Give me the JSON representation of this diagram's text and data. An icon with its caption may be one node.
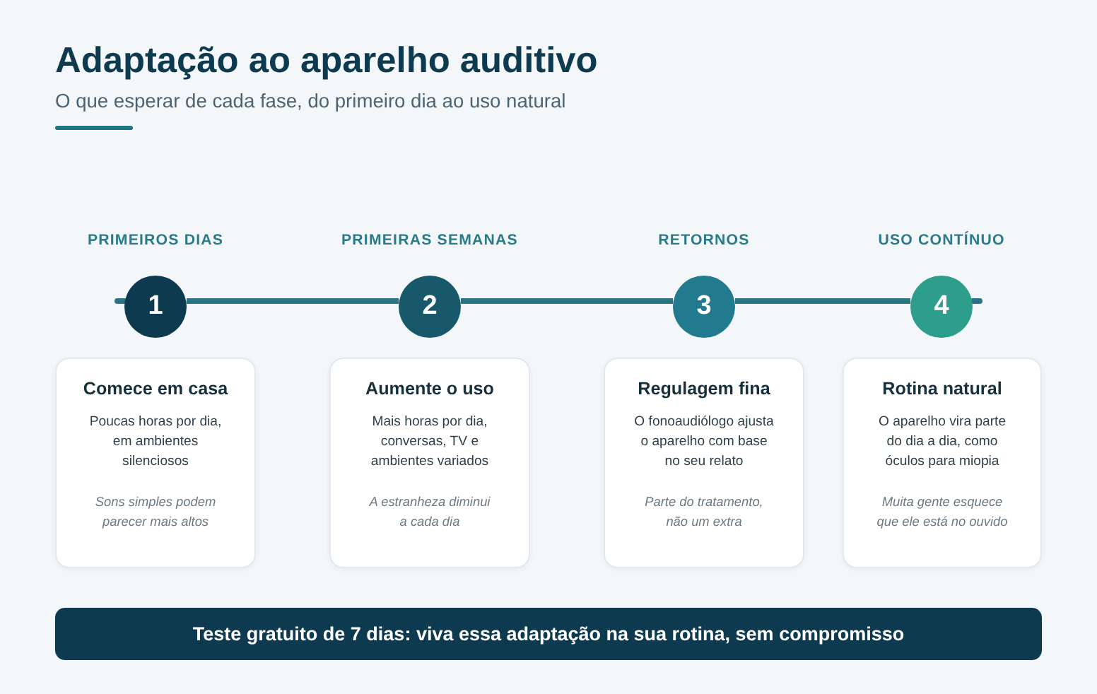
{
  "diagram": {
    "title": "Adaptação ao aparelho auditivo",
    "nodes": [
      {
        "text": [
          "PRIMEIROS DIAS",
          "1"
        ]
      },
      {
        "text": [
          "PRIMEIRAS SEMANAS",
          "2"
        ]
      },
      {
        "text": [
          "RETORNOS",
          "3"
        ]
      },
      {
        "text": [
          "USO CONTÍNUO",
          "4"
        ]
      },
      {
        "text": [
          "Comece em casa",
          "Poucas horas por dia, em ambientes silenciosos",
          "Sons simples podem parecer mais altos"
        ]
      },
      {
        "text": [
          "Aumente o uso",
          "Mais horas por dia, conversas, TV e ambientes variados",
          "A estranheza diminui a cada dia"
        ]
      },
      {
        "text": [
          "Regulagem fina",
          "O fonoaudiólogo ajusta o aparelho com base no seu relato",
          "Parte do tratamento, não um extra"
        ]
      },
      {
        "text": [
          "Rotina natural",
          "O aparelho vira parte do dia a dia, como óculos para miopia",
          "Muita gente esquece que ele está no ouvido"
        ]
      },
      {
        "text": [
          "Teste gratuito de 7 dias: viva essa adaptação na sua rotina, sem compromisso"
        ]
      }
    ],
    "edges": [
      {
        "from": null,
        "to": 0,
        "arrow": "none"
      },
      {
        "from": 0,
        "to": 1,
        "arrow": "none"
      },
      {
        "from": 1,
        "to": 2,
        "arrow": "none"
      },
      {
        "from": 2,
        "to": 3,
        "arrow": "none"
      },
      {
        "from": 3,
        "to": null,
        "arrow": "none"
      }
    ],
    "labels": [
      "O que esperar de cada fase, do primeiro dia ao uso natural"
    ]
  }
}
